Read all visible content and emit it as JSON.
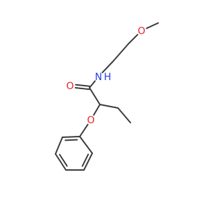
{
  "molecule": {
    "name": "",
    "atoms": [
      {
        "id": "a_ome_c",
        "element": "C",
        "label": "",
        "color": "#3b3b3b"
      },
      {
        "id": "a_ome_o",
        "element": "O",
        "label": "O",
        "color": "#e8212b"
      },
      {
        "id": "a_c1",
        "element": "C",
        "label": "",
        "color": "#3b3b3b"
      },
      {
        "id": "a_c2",
        "element": "C",
        "label": "",
        "color": "#3b3b3b"
      },
      {
        "id": "a_nh",
        "element": "N",
        "label": "N",
        "sublabel": "H",
        "color": "#2a3fe8"
      },
      {
        "id": "a_co_c",
        "element": "C",
        "label": "",
        "color": "#3b3b3b"
      },
      {
        "id": "a_co_o",
        "element": "O",
        "label": "O",
        "color": "#e8212b"
      },
      {
        "id": "a_ch",
        "element": "C",
        "label": "",
        "color": "#3b3b3b"
      },
      {
        "id": "a_et1",
        "element": "C",
        "label": "",
        "color": "#3b3b3b"
      },
      {
        "id": "a_et2",
        "element": "C",
        "label": "",
        "color": "#3b3b3b"
      },
      {
        "id": "a_ph_o",
        "element": "O",
        "label": "O",
        "color": "#e8212b"
      },
      {
        "id": "a_r1",
        "element": "C",
        "label": "",
        "color": "#3b3b3b"
      },
      {
        "id": "a_r2",
        "element": "C",
        "label": "",
        "color": "#3b3b3b"
      },
      {
        "id": "a_r3",
        "element": "C",
        "label": "",
        "color": "#3b3b3b"
      },
      {
        "id": "a_r4",
        "element": "C",
        "label": "",
        "color": "#3b3b3b"
      },
      {
        "id": "a_r5",
        "element": "C",
        "label": "",
        "color": "#3b3b3b"
      },
      {
        "id": "a_r6",
        "element": "C",
        "label": "",
        "color": "#3b3b3b"
      }
    ],
    "bonds": [
      {
        "from": "a_ome_c",
        "to": "a_ome_o",
        "order": 1
      },
      {
        "from": "a_ome_o",
        "to": "a_c1",
        "order": 1
      },
      {
        "from": "a_c1",
        "to": "a_c2",
        "order": 1
      },
      {
        "from": "a_c2",
        "to": "a_nh",
        "order": 1
      },
      {
        "from": "a_nh",
        "to": "a_co_c",
        "order": 1
      },
      {
        "from": "a_co_c",
        "to": "a_co_o",
        "order": 2
      },
      {
        "from": "a_co_c",
        "to": "a_ch",
        "order": 1
      },
      {
        "from": "a_ch",
        "to": "a_et1",
        "order": 1
      },
      {
        "from": "a_et1",
        "to": "a_et2",
        "order": 1
      },
      {
        "from": "a_ch",
        "to": "a_ph_o",
        "order": 1
      },
      {
        "from": "a_ph_o",
        "to": "a_r1",
        "order": 1
      },
      {
        "from": "a_r1",
        "to": "a_r2",
        "order": 2
      },
      {
        "from": "a_r2",
        "to": "a_r3",
        "order": 1
      },
      {
        "from": "a_r3",
        "to": "a_r4",
        "order": 2
      },
      {
        "from": "a_r4",
        "to": "a_r5",
        "order": 1
      },
      {
        "from": "a_r5",
        "to": "a_r6",
        "order": 2
      },
      {
        "from": "a_r6",
        "to": "a_r1",
        "order": 1
      }
    ]
  },
  "colors": {
    "bond": "#3b3b3b",
    "oxygen": "#e8212b",
    "nitrogen": "#2a3fe8",
    "background": "#ffffff"
  }
}
